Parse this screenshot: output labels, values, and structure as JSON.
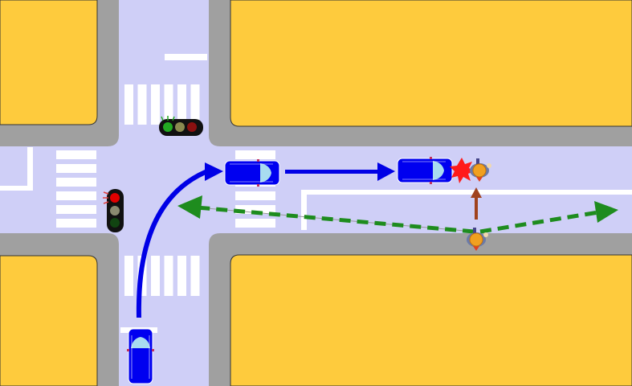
{
  "colors": {
    "road": "#cfcff7",
    "sidewalk": "#a0a0a0",
    "block": "#fecb3d",
    "car": "#0000f0",
    "car_path": "#0000e6",
    "pedestrian_path": "#1e8c1e",
    "pedestrian_step": "#a0421e",
    "collision": "#ff1a1a",
    "light_red": "#e00000",
    "light_green": "#22aa22"
  },
  "scene": {
    "type": "intersection-accident-diagram",
    "signals": [
      {
        "name": "cross-street-signal",
        "state": "green"
      },
      {
        "name": "main-approach-signal",
        "state": "red"
      }
    ],
    "cars": [
      {
        "name": "car-start",
        "heading": "up"
      },
      {
        "name": "car-mid",
        "heading": "right"
      },
      {
        "name": "car-collision",
        "heading": "right"
      }
    ],
    "pedestrians": [
      {
        "name": "pedestrian-on-sidewalk"
      },
      {
        "name": "pedestrian-hit"
      }
    ]
  }
}
